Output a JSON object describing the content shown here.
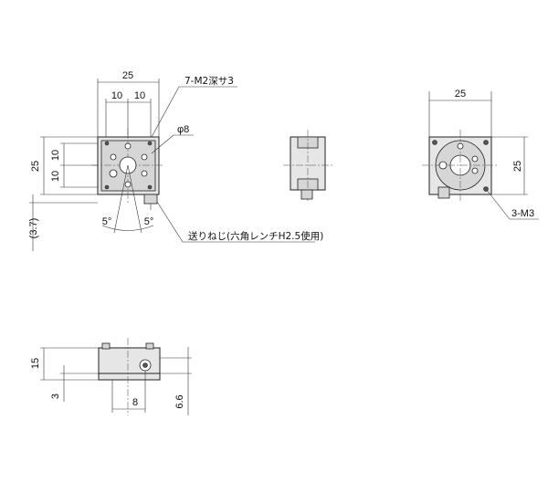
{
  "dims": {
    "top_width": "25",
    "top_half_left": "10",
    "top_half_right": "10",
    "top_height": "25",
    "top_half_upper": "10",
    "top_half_lower": "10",
    "offset": "(3.7)",
    "angle_left": "5°",
    "angle_right": "5°",
    "bottom_width": "25",
    "bottom_height": "25",
    "side_height": "15",
    "side_small": "3",
    "side_width": "8",
    "side_screw": "6.6"
  },
  "callouts": {
    "tapped_holes": "7-M2深サ3",
    "bore": "φ8",
    "feed_screw": "送りねじ(六角レンチH2.5使用)",
    "mount_holes": "3-M3"
  }
}
